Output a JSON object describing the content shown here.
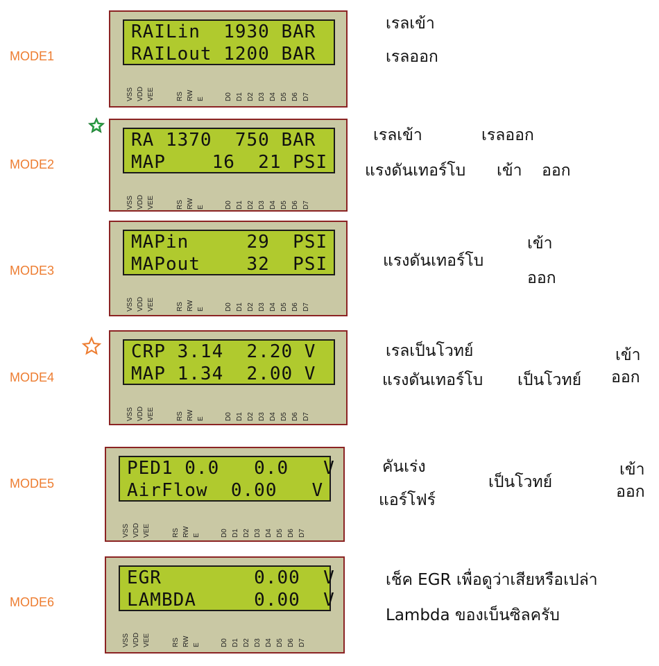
{
  "modes": [
    {
      "label": "MODE1",
      "lcd_line1": "RAILin  1930 BAR",
      "lcd_line2": "RAILout 1200 BAR",
      "notes": [
        "เรลเข้า",
        "เรลออก"
      ]
    },
    {
      "label": "MODE2",
      "lcd_line1": "RA 1370  750 BAR",
      "lcd_line2": "MAP    16  21 PSI",
      "notes": [
        "เรลเข้า",
        "เรลออก",
        "แรงดันเทอร์โบ",
        "เข้า",
        "ออก"
      ]
    },
    {
      "label": "MODE3",
      "lcd_line1": "MAPin     29  PSI",
      "lcd_line2": "MAPout    32  PSI",
      "notes": [
        "แรงดันเทอร์โบ",
        "เข้า",
        "ออก"
      ]
    },
    {
      "label": "MODE4",
      "lcd_line1": "CRP 3.14  2.20 V",
      "lcd_line2": "MAP 1.34  2.00 V",
      "notes": [
        "เรลเป็นโวทย์",
        "แรงดันเทอร์โบ",
        "เป็นโวทย์",
        "เข้า",
        "ออก"
      ]
    },
    {
      "label": "MODE5",
      "lcd_line1": "PED1 0.0   0.0   V",
      "lcd_line2": "AirFlow  0.00   V",
      "notes": [
        "คันเร่ง",
        "แอร์โฟร์",
        "เป็นโวทย์",
        "เข้า",
        "ออก"
      ]
    },
    {
      "label": "MODE6",
      "lcd_line1": "EGR        0.00  V",
      "lcd_line2": "LAMBDA     0.00  V",
      "notes": [
        "เช็ค EGR เพื่อดูว่าเสียหรือเปล่า",
        "Lambda ของเบ็นซิลครับ"
      ]
    }
  ],
  "pins": [
    "VSS",
    "VDD",
    "VEE",
    "RS",
    "RW",
    "E",
    "D0",
    "D1",
    "D2",
    "D3",
    "D4",
    "D5",
    "D6",
    "D7"
  ],
  "colors": {
    "mode_label": "#ed7d31",
    "lcd_screen": "#b0ca2e",
    "lcd_body": "#c9c8a4",
    "lcd_border": "#8b2323",
    "star_green": "#2eaa4a",
    "star_orange": "#ed7d31"
  },
  "icons": [
    "star-icon-filled-green",
    "star-icon-outline-orange"
  ]
}
